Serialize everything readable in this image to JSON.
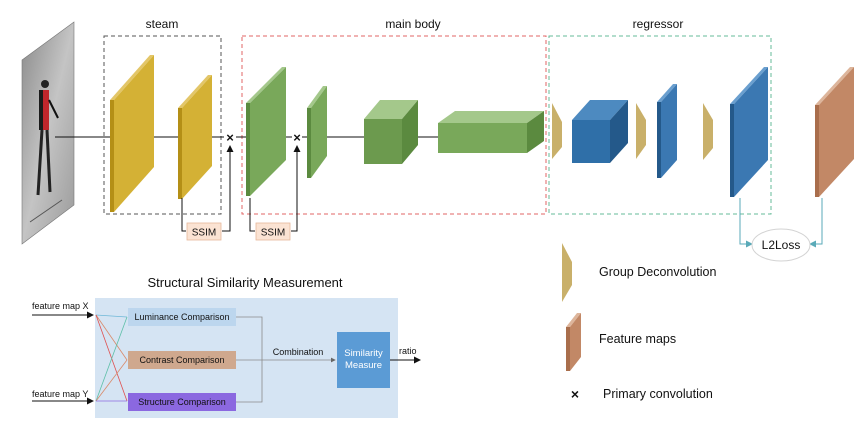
{
  "sections": {
    "steam": "steam",
    "main_body": "main body",
    "regressor": "regressor"
  },
  "ssim_labels": [
    "SSIM",
    "SSIM"
  ],
  "loss_label": "L2Loss",
  "legend": {
    "group_deconv": "Group Deconvolution",
    "feature_maps": "Feature maps",
    "primary_conv": "Primary convolution",
    "primary_conv_symbol": "×"
  },
  "ssim_panel": {
    "title": "Structural Similarity Measurement",
    "input_x": "feature map X",
    "input_y": "feature map Y",
    "luminance": "Luminance Comparison",
    "contrast": "Contrast Comparison",
    "structure": "Structure Comparison",
    "combination": "Combination",
    "similarity_line1": "Similarity",
    "similarity_line2": "Measure",
    "output": "ratio"
  },
  "colors": {
    "steam": "#d4b135",
    "green": "#79a85a",
    "blue": "#2f6fa8",
    "deconv": "#c9b06a",
    "feature": "#c28866",
    "steam_box": "#555555",
    "main_box": "#e06666",
    "regressor_box": "#66bb99",
    "ssim_bg": "#d5e4f3",
    "luminance": "#bcd6ee",
    "contrast": "#cfa88e",
    "structure": "#8b68e0",
    "similarity": "#5b9bd5",
    "ssim_tag": "#fbe3d3"
  }
}
